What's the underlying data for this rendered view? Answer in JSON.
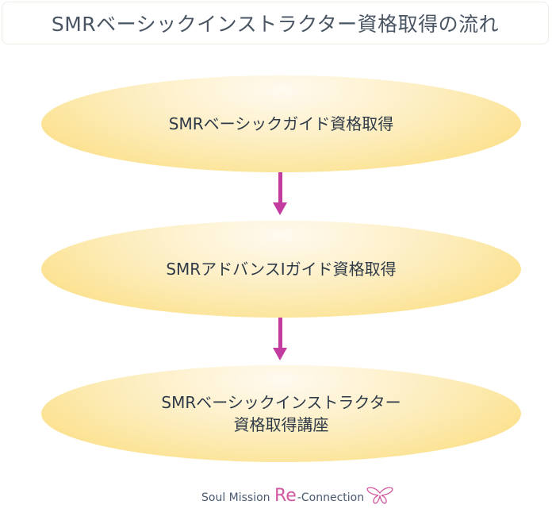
{
  "title": "SMRベーシックインストラクター資格取得の流れ",
  "steps": [
    {
      "line1": "SMRベーシックガイド資格取得",
      "line2": ""
    },
    {
      "line1": "SMRアドバンスⅠガイド資格取得",
      "line2": ""
    },
    {
      "line1": "SMRベーシックインストラクター",
      "line2": "資格取得講座"
    }
  ],
  "logo": {
    "part1": "Soul Mission ",
    "part2": "Re",
    "part3": "-Connection"
  },
  "colors": {
    "arrow": "#c23c9f",
    "ellipse": "#fbe08a",
    "logo_accent": "#d2569f"
  }
}
